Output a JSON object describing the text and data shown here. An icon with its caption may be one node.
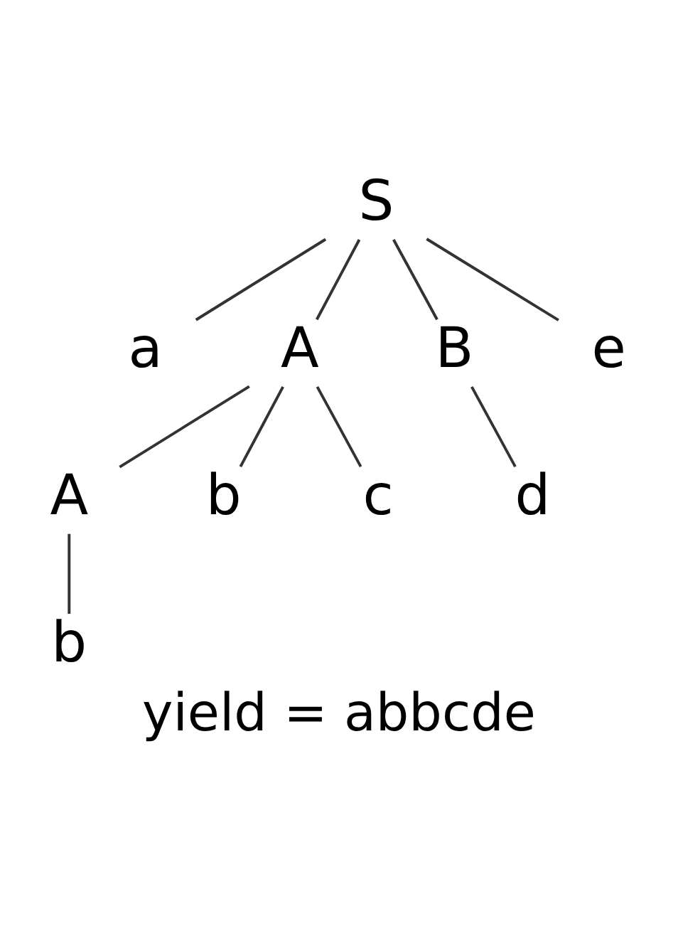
{
  "diagram": {
    "caption": "yield = abbcde",
    "nodes": [
      {
        "text": [
          "S"
        ]
      },
      {
        "text": [
          "a"
        ]
      },
      {
        "text": [
          "A"
        ]
      },
      {
        "text": [
          "B"
        ]
      },
      {
        "text": [
          "e"
        ]
      },
      {
        "text": [
          "d"
        ]
      },
      {
        "text": [
          "A"
        ]
      },
      {
        "text": [
          "b"
        ]
      },
      {
        "text": [
          "c"
        ]
      },
      {
        "text": [
          "b"
        ]
      }
    ],
    "edges": [
      {
        "from": 0,
        "to": 1,
        "arrow": "none"
      },
      {
        "from": 0,
        "to": 2,
        "arrow": "none"
      },
      {
        "from": 0,
        "to": 3,
        "arrow": "none"
      },
      {
        "from": 0,
        "to": 4,
        "arrow": "none"
      },
      {
        "from": 3,
        "to": 5,
        "arrow": "none"
      },
      {
        "from": 2,
        "to": 6,
        "arrow": "none"
      },
      {
        "from": 2,
        "to": 7,
        "arrow": "none"
      },
      {
        "from": 2,
        "to": 8,
        "arrow": "none"
      },
      {
        "from": 6,
        "to": 9,
        "arrow": "none"
      }
    ]
  }
}
